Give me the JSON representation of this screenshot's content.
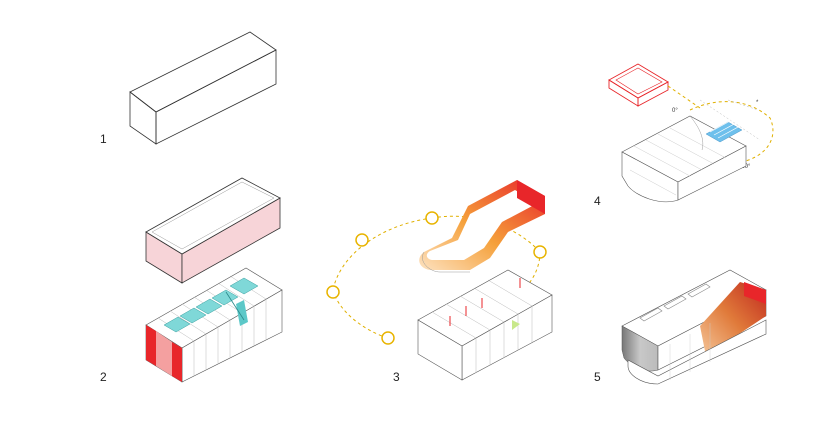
{
  "steps": [
    {
      "number": "1"
    },
    {
      "number": "2"
    },
    {
      "number": "3"
    },
    {
      "number": "4"
    },
    {
      "number": "5"
    }
  ],
  "annotations": {
    "angle_start": "0°",
    "angle_end": "180°",
    "sun_marker": "*"
  },
  "colors": {
    "red": "#e8262a",
    "orange": "#f5a03a",
    "cyan": "#7fd8d8",
    "pink": "#f7d4d8",
    "blue_stripe": "#6ec0ec",
    "sun_yellow": "#e8b400",
    "outline": "#333333"
  }
}
